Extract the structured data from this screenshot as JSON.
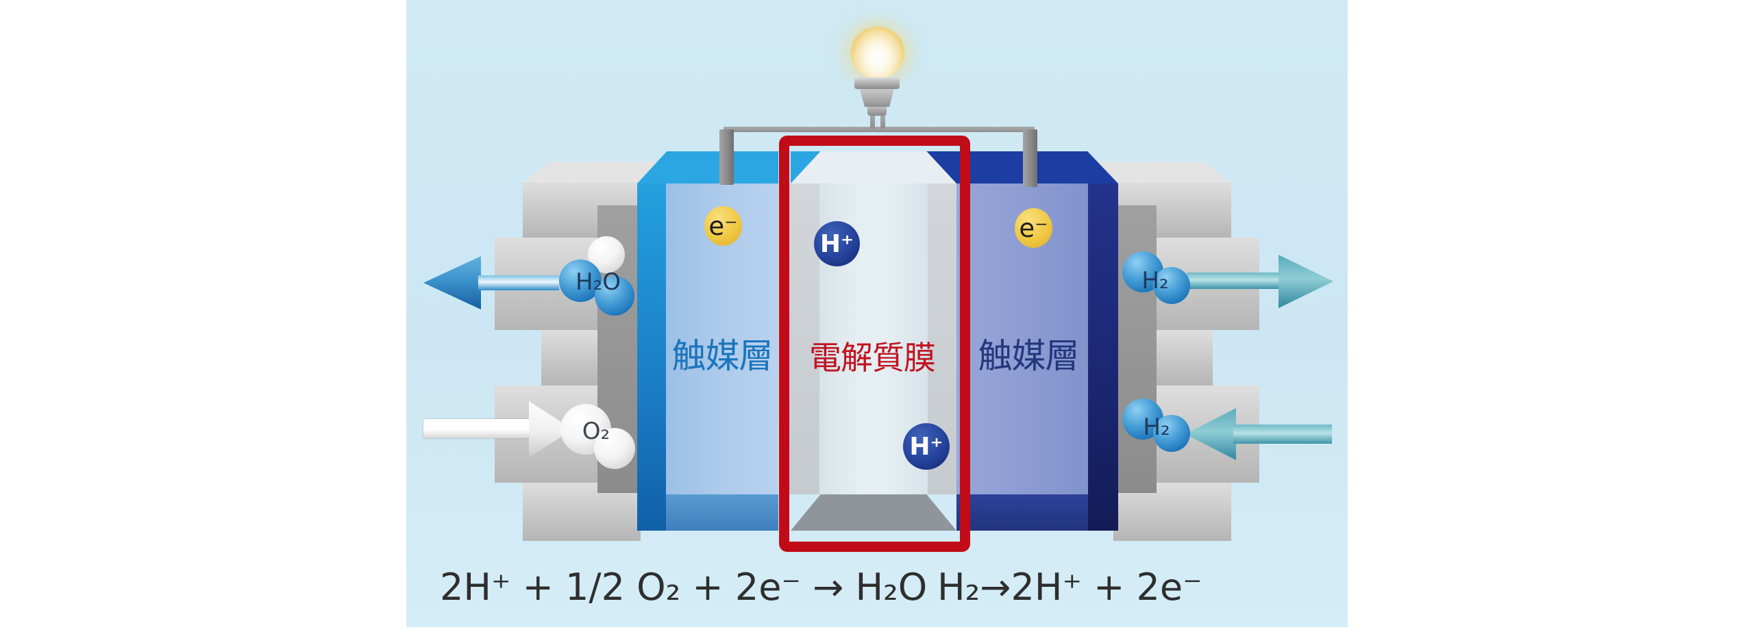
{
  "diagram": {
    "description": "fuel-cell cross-section diagram",
    "background_color": "#cce7f3",
    "labels": {
      "catalyst_left": "触媒層",
      "electrolyte_membrane": "電解質膜",
      "catalyst_right": "触媒層"
    },
    "particles": {
      "electron": "e⁻",
      "proton": "H⁺"
    },
    "molecules": {
      "water": "H₂O",
      "oxygen": "O₂",
      "hydrogen": "H₂"
    },
    "equations": {
      "oxygen_side": "2H⁺ + 1/2 O₂ + 2e⁻ → H₂O",
      "hydrogen_side": "H₂→2H⁺ + 2e⁻"
    },
    "colors": {
      "accent_red": "#c20b18",
      "catalyst_left_front": "#aecbeb",
      "catalyst_left_side": "#1f93d6",
      "catalyst_right_front": "#8d9dd3",
      "catalyst_right_side": "#1b2d7e",
      "membrane_front": "#e0eaef",
      "electron_badge": "#f0c842",
      "proton_badge": "#1c3a8e",
      "out_arrow_left": "#2b8cc6",
      "in_arrow_left": "#ffffff",
      "arrows_right": "#3c93a8"
    }
  }
}
